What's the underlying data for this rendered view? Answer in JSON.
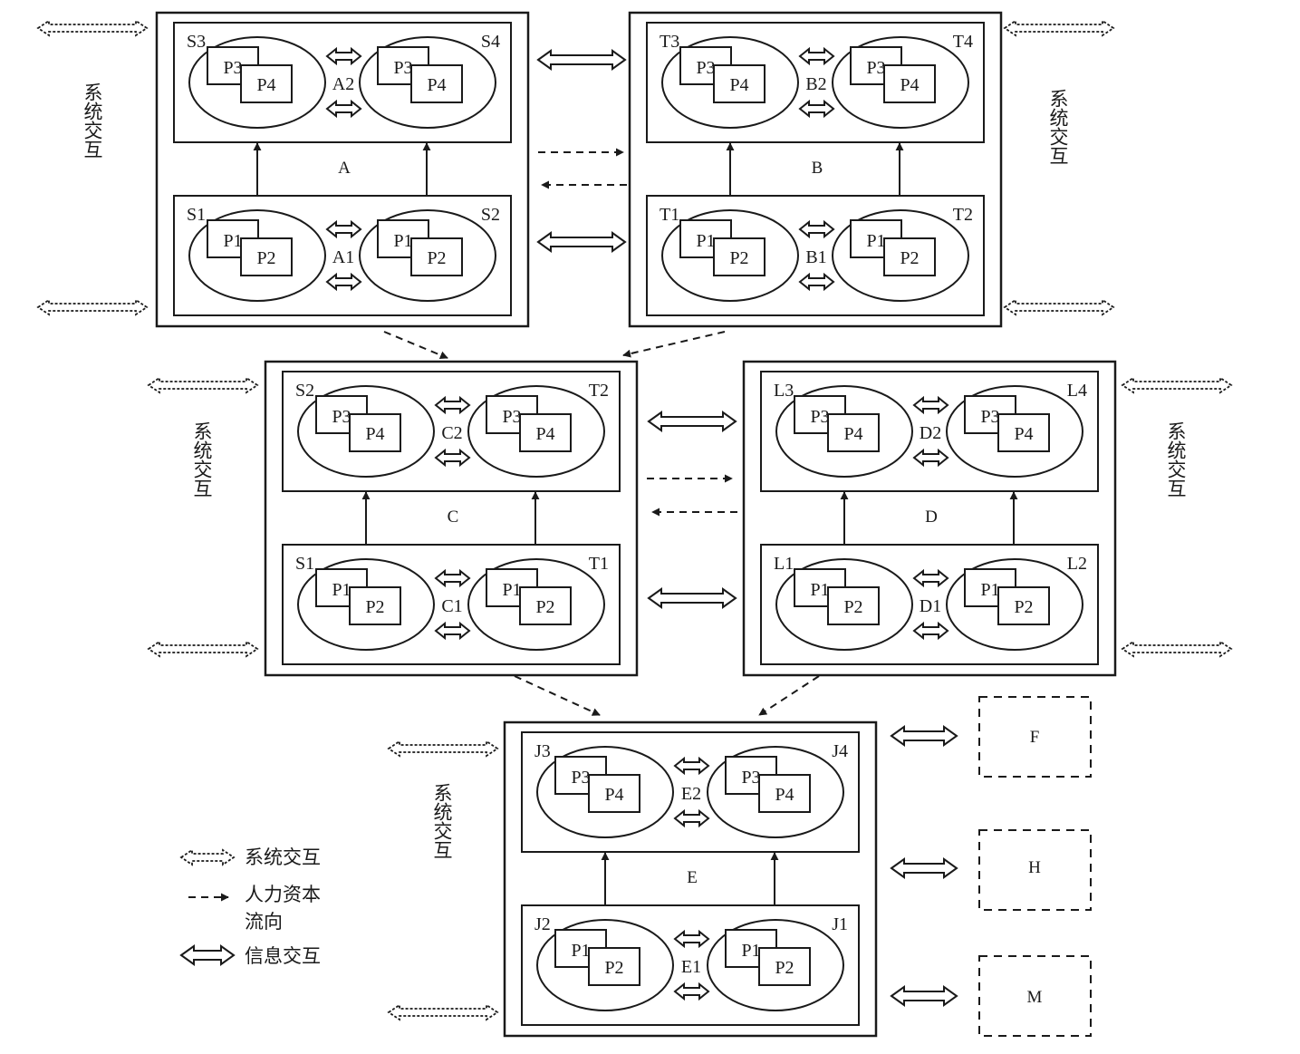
{
  "side_label": "系统交互",
  "process": {
    "p1": "P1",
    "p2": "P2",
    "p3": "P3",
    "p4": "P4"
  },
  "modules": [
    {
      "id": "A",
      "label": "A",
      "upper": {
        "mid": "A2",
        "left": "S3",
        "right": "S4"
      },
      "lower": {
        "mid": "A1",
        "left": "S1",
        "right": "S2"
      }
    },
    {
      "id": "B",
      "label": "B",
      "upper": {
        "mid": "B2",
        "left": "T3",
        "right": "T4"
      },
      "lower": {
        "mid": "B1",
        "left": "T1",
        "right": "T2"
      }
    },
    {
      "id": "C",
      "label": "C",
      "upper": {
        "mid": "C2",
        "left": "S2",
        "right": "T2"
      },
      "lower": {
        "mid": "C1",
        "left": "S1",
        "right": "T1"
      }
    },
    {
      "id": "D",
      "label": "D",
      "upper": {
        "mid": "D2",
        "left": "L3",
        "right": "L4"
      },
      "lower": {
        "mid": "D1",
        "left": "L1",
        "right": "L2"
      }
    },
    {
      "id": "E",
      "label": "E",
      "upper": {
        "mid": "E2",
        "left": "J3",
        "right": "J4"
      },
      "lower": {
        "mid": "E1",
        "left": "J2",
        "right": "J1"
      }
    }
  ],
  "external": [
    {
      "id": "F",
      "label": "F"
    },
    {
      "id": "H",
      "label": "H"
    },
    {
      "id": "M",
      "label": "M"
    }
  ],
  "legend": {
    "system": "系统交互",
    "hr_line1": "人力资本",
    "hr_line2": "流向",
    "info": "信息交互"
  },
  "colors": {
    "stroke": "#1a1a1a",
    "background": "#ffffff"
  }
}
